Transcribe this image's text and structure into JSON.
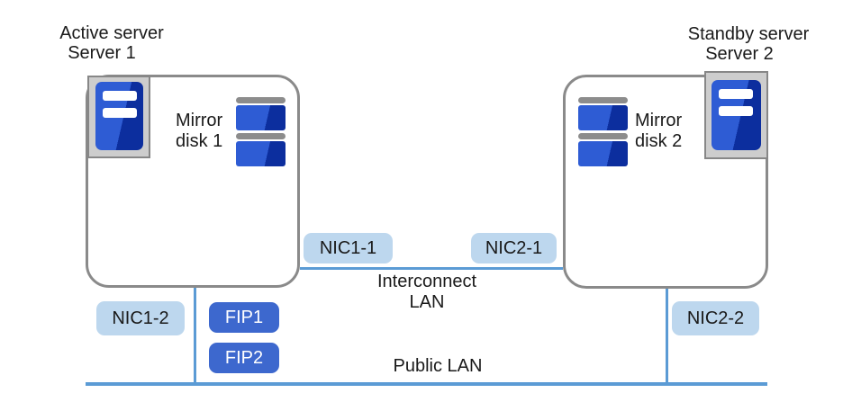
{
  "servers": [
    {
      "role": "Active server",
      "name": "Server 1",
      "mirror_disk_label": "Mirror disk 1",
      "nic_interconnect": "NIC1-1",
      "nic_public": "NIC1-2"
    },
    {
      "role": "Standby server",
      "name": "Server 2",
      "mirror_disk_label": "Mirror disk 2",
      "nic_interconnect": "NIC2-1",
      "nic_public": "NIC2-2"
    }
  ],
  "floating_ips": [
    "FIP1",
    "FIP2"
  ],
  "networks": {
    "interconnect_label": "Interconnect LAN",
    "public_label": "Public LAN"
  },
  "colors": {
    "nic_badge_fill": "#BDD7EE",
    "fip_badge_fill": "#3D68CE",
    "network_line_blue": "#5B9BD5",
    "server_box_border_gray": "#8A8A8A",
    "server_icon_blue_light": "#2E5CD4",
    "server_icon_blue_dark": "#0C2E9E",
    "disk_cap_gray": "#8C8C8C",
    "icon_frame_gray": "#CDCDCD"
  }
}
